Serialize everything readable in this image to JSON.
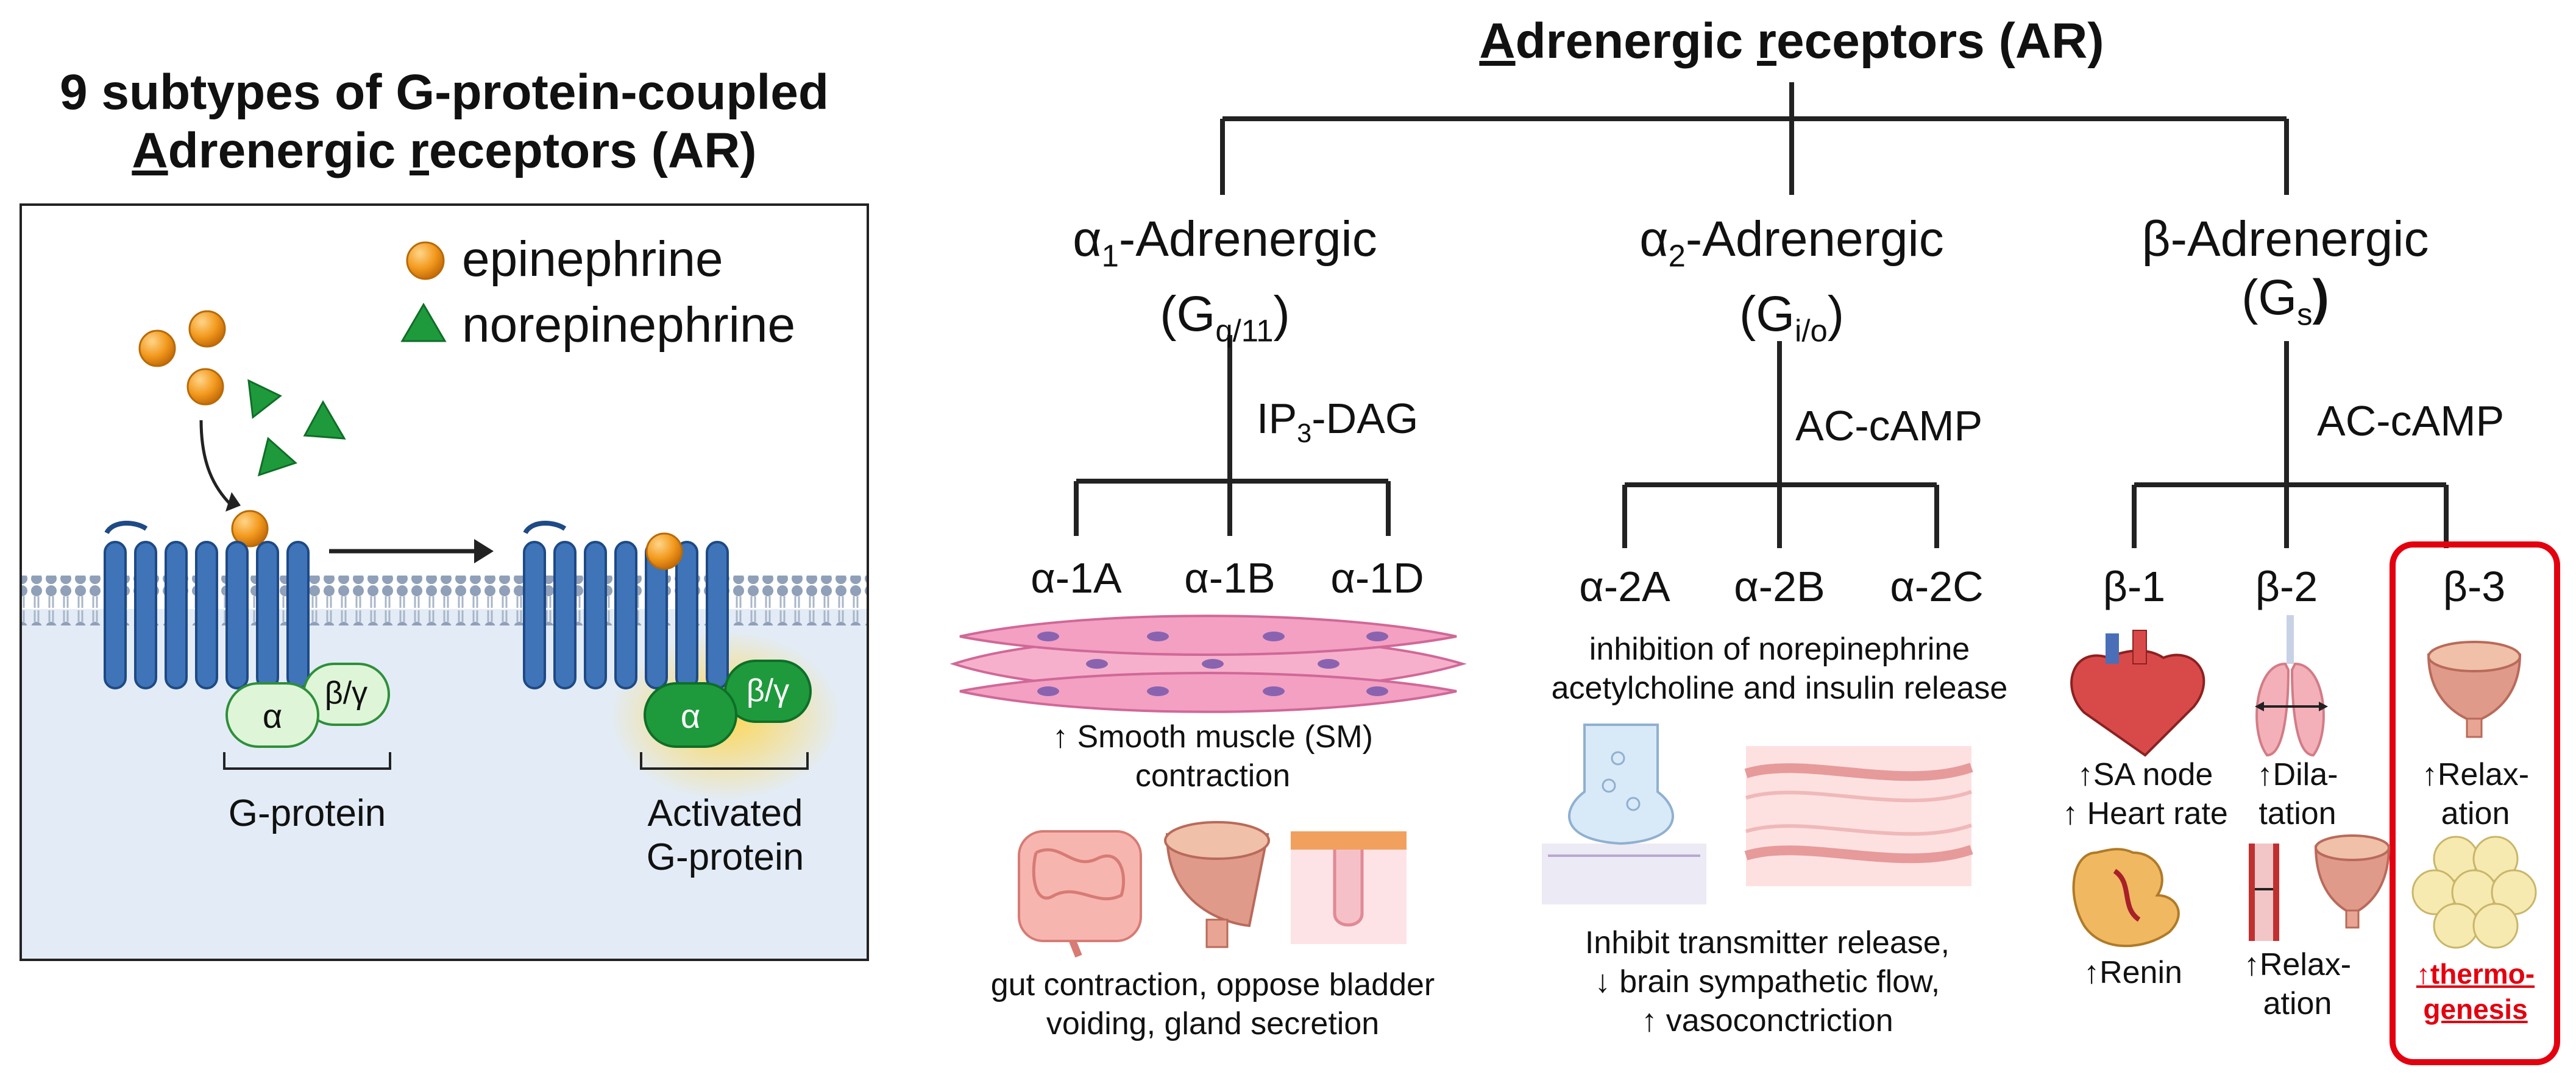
{
  "left_panel": {
    "title_line1": "9 subtypes of G-protein-coupled",
    "title_line2_A": "A",
    "title_line2_rest1": "drenergic ",
    "title_line2_r": "r",
    "title_line2_rest2": "eceptors (AR)",
    "legend": {
      "epinephrine": "epinephrine",
      "norepinephrine": "norepinephrine"
    },
    "alpha": "α",
    "beta_gamma": "β/γ",
    "g_protein_label": "G-protein",
    "activated_label_1": "Activated",
    "activated_label_2": "G-protein"
  },
  "tree": {
    "title_A": "A",
    "title_rest1": "drenergic ",
    "title_r": "r",
    "title_rest2": "eceptors (AR)",
    "alpha1": {
      "name_prefix": "α",
      "name_sub": "1",
      "name_suffix": "-Adrenergic",
      "g_prefix": "(G",
      "g_sub": "q/11",
      "g_suffix": ")",
      "pathway_prefix": "IP",
      "pathway_sub": "3",
      "pathway_suffix": "-DAG",
      "subtypes": [
        "α-1A",
        "α-1B",
        "α-1D"
      ],
      "effect_line1": "↑ Smooth muscle (SM)",
      "effect_line2": "contraction",
      "organ_line1": "gut contraction, oppose bladder",
      "organ_line2": "voiding, gland secretion"
    },
    "alpha2": {
      "name_prefix": "α",
      "name_sub": "2",
      "name_suffix": "-Adrenergic",
      "g_prefix": "(G",
      "g_sub": "i/o",
      "g_suffix": ")",
      "pathway": "AC-cAMP",
      "subtypes": [
        "α-2A",
        "α-2B",
        "α-2C"
      ],
      "effect_line1": "inhibition of norepinephrine",
      "effect_line2": "acetylcholine and insulin release",
      "organ_line1": "Inhibit transmitter release,",
      "organ_line2": "↓ brain sympathetic flow,",
      "organ_line3": "↑ vasoconctriction"
    },
    "beta": {
      "name": "β-Adrenergic",
      "g_prefix": "(G",
      "g_sub": "s",
      "g_suffix": ")",
      "pathway": "AC-cAMP",
      "subtypes": [
        "β-1",
        "β-2",
        "β-3"
      ],
      "b1_line1": "↑SA node",
      "b1_line2": "↑ Heart rate",
      "b1_renin": "↑Renin",
      "b2_line1": "↑Dila-",
      "b2_line2": "tation",
      "b2_relax1": "↑Relax-",
      "b2_relax2": "ation",
      "b3_line1": "↑Relax-",
      "b3_line2": "ation",
      "b3_thermo1": "↑thermo-",
      "b3_thermo2": "genesis"
    }
  },
  "colors": {
    "receptor_blue": "#3f74b8",
    "orange": "#f39a1f",
    "green": "#1e9a3c",
    "highlight_red": "#e3000f",
    "panel_bg": "#e3ecf6",
    "muscle_pink": "#f3a0c2"
  }
}
